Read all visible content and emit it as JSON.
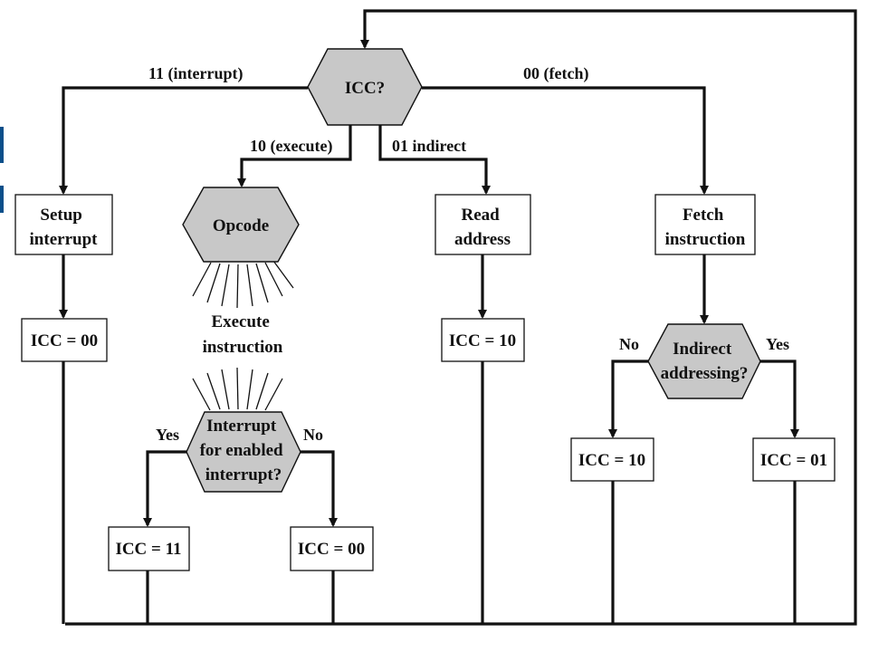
{
  "nodes": {
    "icc_decision": {
      "lines": [
        "ICC?"
      ]
    },
    "setup_interrupt": {
      "lines": [
        "Setup",
        "interrupt"
      ]
    },
    "opcode": {
      "lines": [
        "Opcode"
      ]
    },
    "execute_instruction": {
      "lines": [
        "Execute",
        "instruction"
      ]
    },
    "read_address": {
      "lines": [
        "Read",
        "address"
      ]
    },
    "fetch_instruction": {
      "lines": [
        "Fetch",
        "instruction"
      ]
    },
    "icc_set_00_left": {
      "lines": [
        "ICC = 00"
      ]
    },
    "icc_set_10_mid": {
      "lines": [
        "ICC = 10"
      ]
    },
    "interrupt_check": {
      "lines": [
        "Interrupt",
        "for enabled",
        "interrupt?"
      ]
    },
    "indirect_check": {
      "lines": [
        "Indirect",
        "addressing?"
      ]
    },
    "icc_set_11": {
      "lines": [
        "ICC = 11"
      ]
    },
    "icc_set_00_exec": {
      "lines": [
        "ICC = 00"
      ]
    },
    "icc_set_10_right": {
      "lines": [
        "ICC = 10"
      ]
    },
    "icc_set_01": {
      "lines": [
        "ICC = 01"
      ]
    }
  },
  "edge_labels": {
    "interrupt_11": "11 (interrupt)",
    "fetch_00": "00 (fetch)",
    "execute_10": "10 (execute)",
    "indirect_01": "01 indirect",
    "interrupt_yes": "Yes",
    "interrupt_no": "No",
    "indirect_no": "No",
    "indirect_yes": "Yes"
  },
  "colors": {
    "decision_fill": "#c8c8c8",
    "line": "#111111",
    "accent_bar": "#0b4f8a"
  }
}
